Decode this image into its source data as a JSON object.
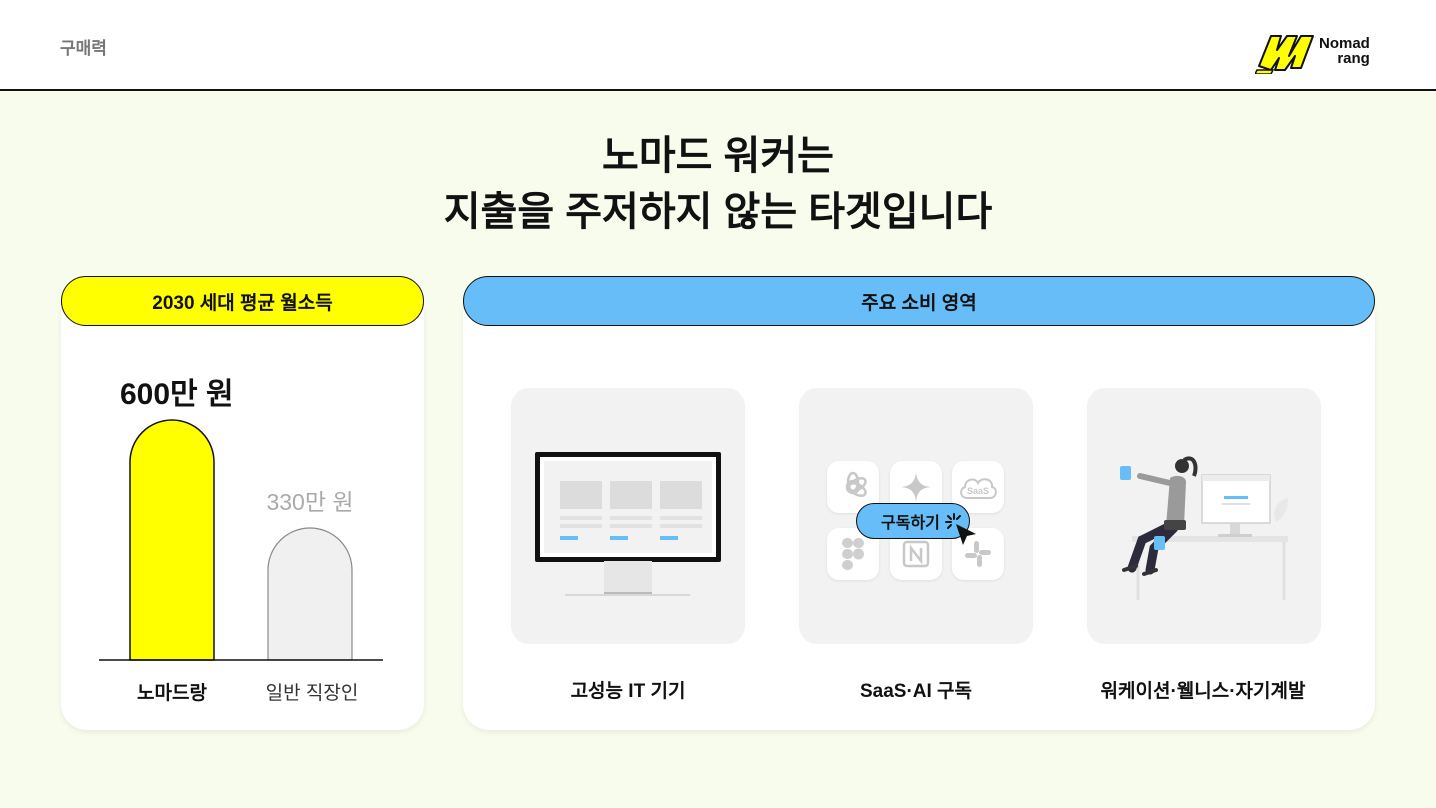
{
  "header": {
    "section_label": "구매력",
    "logo": {
      "line1": "Nomad",
      "line2": "rang"
    }
  },
  "title": {
    "line1": "노마드 워커는",
    "line2": "지출을 주저하지 않는 타겟입니다"
  },
  "income_card": {
    "heading": "2030 세대 평균 월소득",
    "accent_color": "#ffff00"
  },
  "chart_data": {
    "type": "bar",
    "categories": [
      "노마드랑",
      "일반 직장인"
    ],
    "values": [
      600,
      330
    ],
    "value_labels": [
      "600만 원",
      "330만 원"
    ],
    "colors": [
      "#ffff00",
      "#f0f0f0"
    ],
    "ylim": [
      0,
      650
    ]
  },
  "spending_card": {
    "heading": "주요 소비 영역",
    "accent_color": "#66bdf8",
    "items": [
      {
        "label": "고성능 IT 기기",
        "icon": "monitor-illustration"
      },
      {
        "label": "SaaS·AI 구독",
        "icon": "app-subscription-illustration",
        "button_label": "구독하기",
        "app_badge": "SaaS"
      },
      {
        "label": "워케이션·웰니스·자기계발",
        "icon": "remote-worker-illustration"
      }
    ]
  }
}
